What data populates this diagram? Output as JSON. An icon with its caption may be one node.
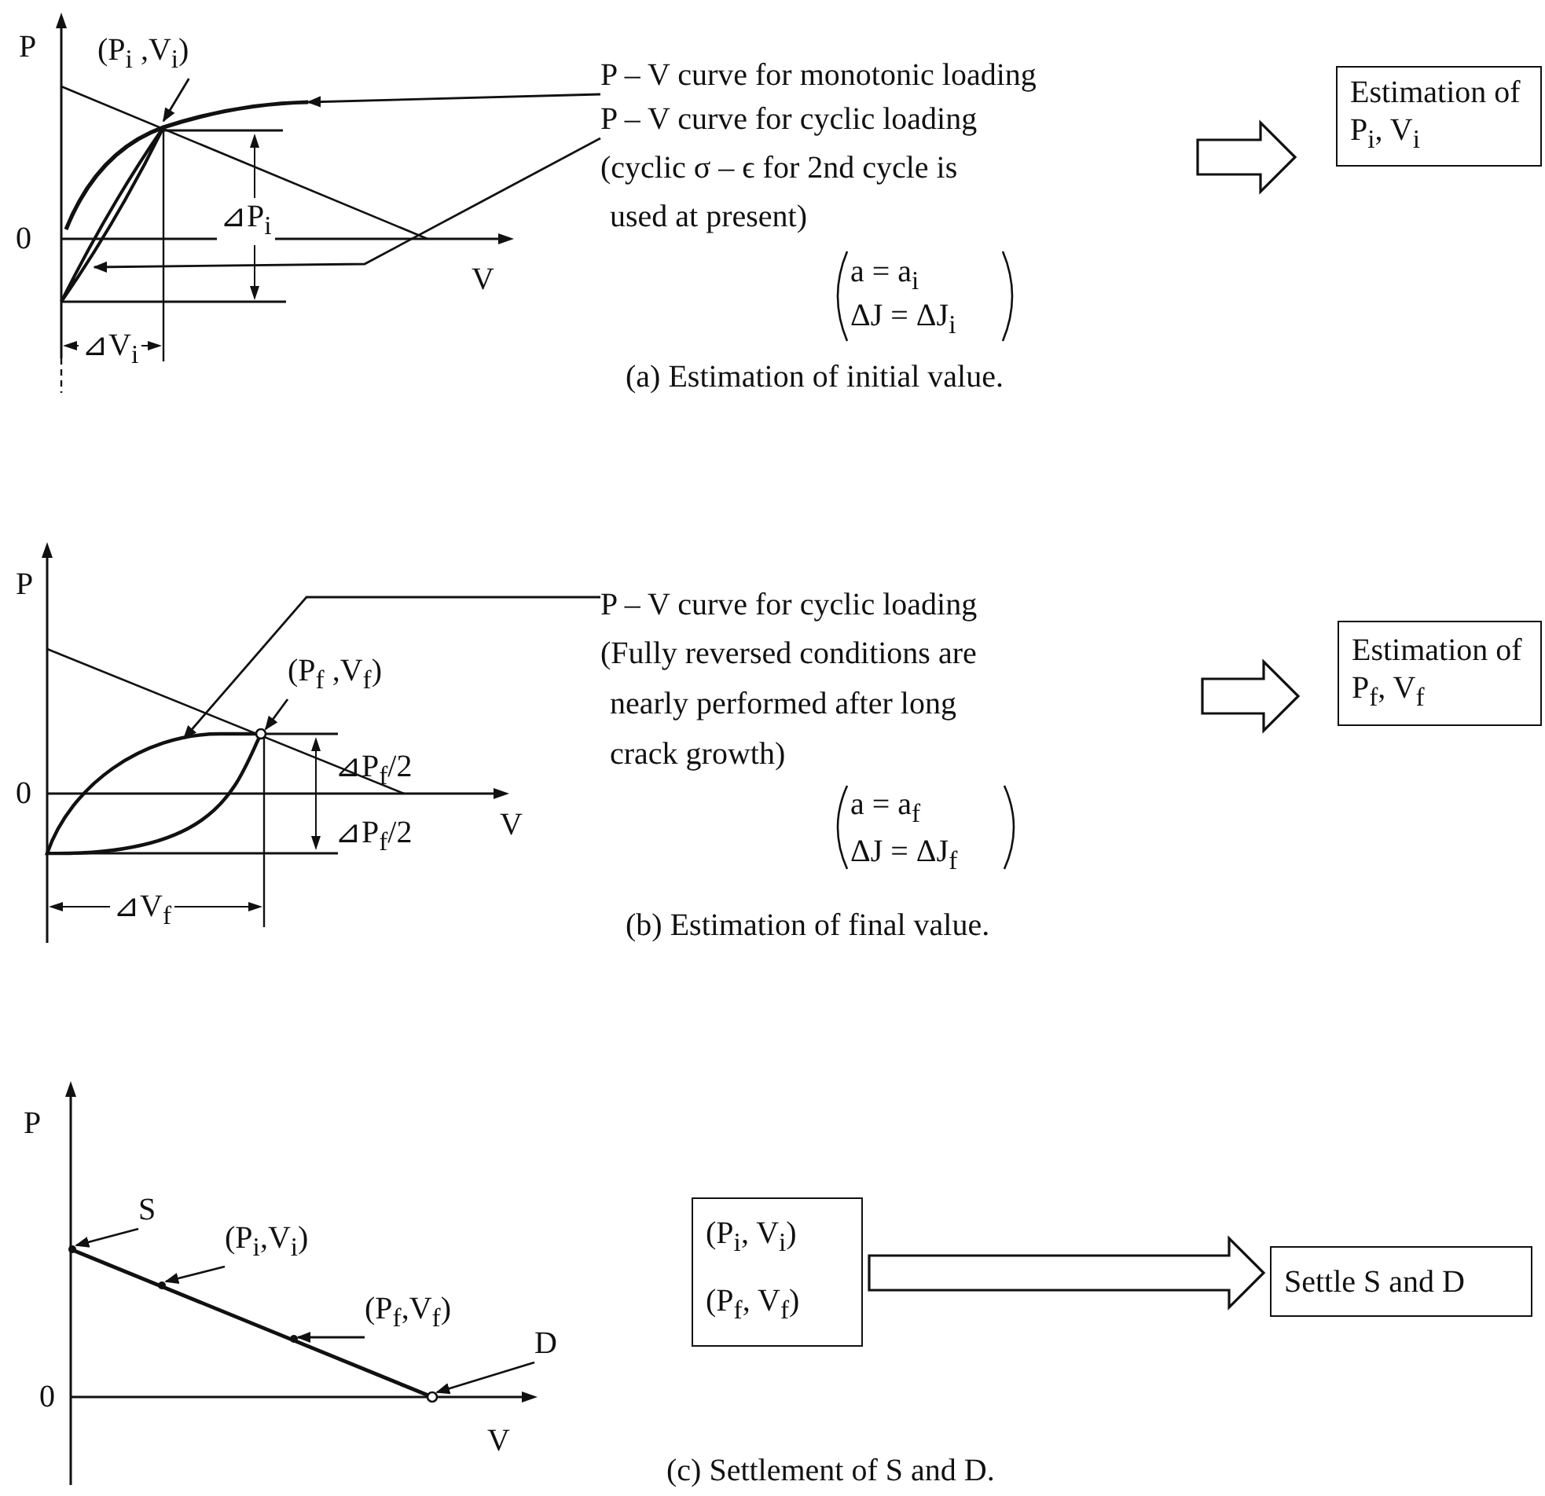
{
  "diagram": {
    "nodes": [
      {
        "text": [
          "P – V curve for monotonic loading"
        ]
      },
      {
        "text": [
          "P – V curve for cyclic loading"
        ]
      },
      {
        "text": [
          "(P$_{i}$ ,V$_{i}$)"
        ]
      },
      {
        "text": [
          "Estimation of P$_{i}$, V$_{i}$"
        ]
      },
      {
        "text": [
          "P – V curve for cyclic loading"
        ]
      },
      {
        "text": [
          "(P$_{f}$ ,V$_{f}$)"
        ]
      },
      {
        "text": [
          "Estimation of P$_{f}$, V$_{f}$"
        ]
      },
      {
        "text": [
          "S"
        ]
      },
      {
        "text": [
          "(P$_{i}$,V$_{i}$)"
        ]
      },
      {
        "text": [
          "(P$_{f}$,V$_{f}$)"
        ]
      },
      {
        "text": [
          "D"
        ]
      },
      {
        "text": [
          "(P$_{i}$, V$_{i}$)",
          "(P$_{f}$, V$_{f}$)"
        ]
      },
      {
        "text": [
          "Settle S and D"
        ]
      },
      {
        "text": [],
        "shape": "curve"
      },
      {
        "text": [],
        "shape": "curve"
      },
      {
        "text": [],
        "shape": "curve"
      },
      {
        "text": [],
        "shape": "circle"
      },
      {
        "text": [],
        "shape": "dot"
      },
      {
        "text": [],
        "shape": "dot"
      },
      {
        "text": [],
        "shape": "dot"
      },
      {
        "text": [],
        "shape": "circle"
      }
    ],
    "edges": [
      {
        "from": 0,
        "to": 13,
        "arrow": "to"
      },
      {
        "from": 1,
        "to": 14,
        "arrow": "to"
      },
      {
        "from": 2,
        "to": 13,
        "arrow": "to"
      },
      {
        "from": null,
        "to": 3,
        "arrow": "to",
        "style": "thick"
      },
      {
        "from": 4,
        "to": 15,
        "arrow": "to"
      },
      {
        "from": 5,
        "to": 16,
        "arrow": "to"
      },
      {
        "from": null,
        "to": 6,
        "arrow": "to",
        "style": "thick"
      },
      {
        "from": 7,
        "to": 17,
        "arrow": "to"
      },
      {
        "from": 8,
        "to": 18,
        "arrow": "to"
      },
      {
        "from": 9,
        "to": 19,
        "arrow": "to"
      },
      {
        "from": 10,
        "to": 20,
        "arrow": "to"
      },
      {
        "from": 11,
        "to": 12,
        "arrow": "to",
        "style": "thick"
      }
    ],
    "labels": [
      "P",
      "0",
      "V",
      "⊿P$_{i}$",
      "⊿V$_{i}$",
      "(cyclic σ – ϵ for 2nd cycle is used at present)",
      "a = a$_{i}$",
      "ΔJ = ΔJ$_{i}$",
      "(a)  Estimation of initial value.",
      "P",
      "0",
      "V",
      "⊿P$_{f}$/2",
      "⊿P$_{f}$/2",
      "⊿V$_{f}$",
      "(Fully reversed conditions are nearly performed after long crack growth)",
      "a = a$_{f}$",
      "ΔJ = ΔJ$_{f}$",
      "(b)  Estimation of final value.",
      "P",
      "0",
      "V",
      "(c)  Settlement of S and D."
    ]
  }
}
